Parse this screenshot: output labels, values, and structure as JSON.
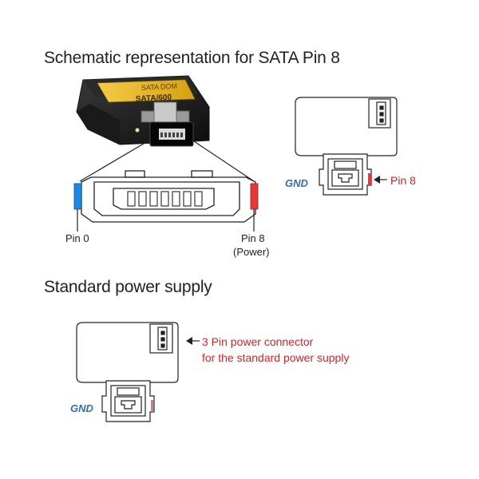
{
  "headings": {
    "schematic": "Schematic representation for SATA Pin 8",
    "standard": "Standard power supply"
  },
  "module": {
    "label_line1": "SATA DOM",
    "label_line2": "SATA/600"
  },
  "connector_labels": {
    "pin0": "Pin 0",
    "pin8": "Pin 8",
    "pin8_sub": "(Power)"
  },
  "pin8_diagram": {
    "gnd": "GND",
    "pin8": "Pin 8"
  },
  "power_diagram": {
    "gnd": "GND",
    "note_line1": "3 Pin power connector",
    "note_line2": "for the standard power supply"
  },
  "colors": {
    "gnd_blue": "#2e6fb8",
    "pin8_red": "#d32f2f",
    "text_red": "#c62828",
    "module_yellow": "#e8b21a"
  }
}
